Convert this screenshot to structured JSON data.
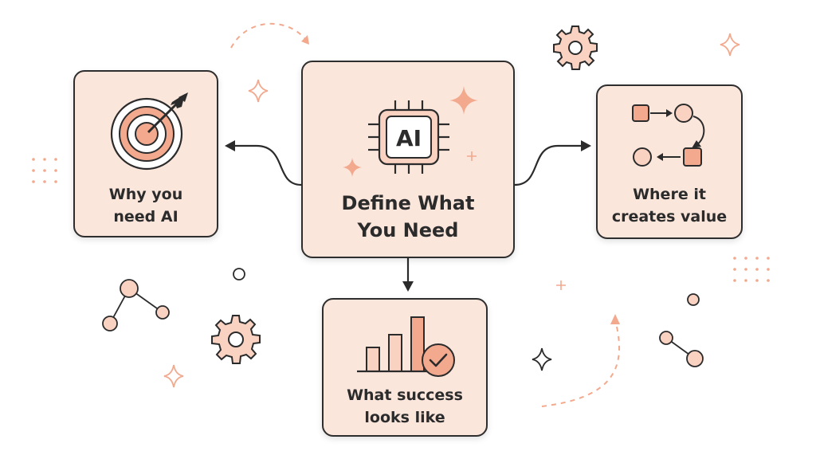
{
  "colors": {
    "card_fill": "#fbe6dc",
    "card_border": "#2e2e2e",
    "accent": "#f2a98e",
    "accent_dark": "#e8937a",
    "ink": "#2b2b2b",
    "icon_fill_light": "#fad2c2"
  },
  "center": {
    "chip_text": "AI",
    "label": "Define What\nYou Need",
    "icon": "ai-chip-icon"
  },
  "left": {
    "label": "Why you\nneed AI",
    "icon": "target-arrow-icon"
  },
  "right": {
    "label": "Where it\ncreates value",
    "icon": "flow-process-icon"
  },
  "bottom": {
    "label": "What success\nlooks like",
    "icon": "bar-chart-check-icon"
  }
}
